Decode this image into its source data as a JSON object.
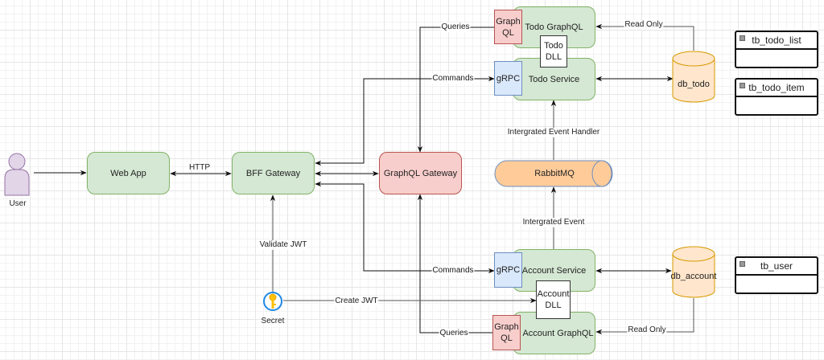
{
  "actors": {
    "user": {
      "label": "User"
    },
    "secret": {
      "label": "Secret"
    }
  },
  "nodes": {
    "web_app": "Web App",
    "bff_gateway": "BFF Gateway",
    "graphql_gateway": "GraphQL Gateway",
    "todo_graphql": "Todo GraphQL",
    "todo_service": "Todo Service",
    "todo_dll": "Todo DLL",
    "rabbitmq": "RabbitMQ",
    "account_service": "Account Service",
    "account_graphql": "Account GraphQL",
    "account_dll": "Account DLL",
    "todo_graphql_badge": "Graph QL",
    "todo_grpc_badge": "gRPC",
    "account_grpc_badge": "gRPC",
    "account_graphql_badge": "Graph QL",
    "db_todo": "db_todo",
    "db_account": "db_account"
  },
  "tables": [
    {
      "name": "tb_todo_list"
    },
    {
      "name": "tb_todo_item"
    },
    {
      "name": "tb_user"
    }
  ],
  "edge_labels": {
    "http": "HTTP",
    "queries_top": "Queries",
    "commands_top": "Commands",
    "read_only_top": "Read Only",
    "event_handler": "Intergrated Event Handler",
    "event": "Intergrated Event",
    "validate_jwt": "Validate JWT",
    "create_jwt": "Create JWT",
    "commands_bottom": "Commands",
    "queries_bottom": "Queries",
    "read_only_bottom": "Read Only"
  },
  "colors": {
    "green_fill": "#d5e8d4",
    "green_stroke": "#82b366",
    "red_fill": "#f8cecc",
    "red_stroke": "#b85450",
    "blue_fill": "#dae8fc",
    "blue_stroke": "#6c8ebf",
    "orange_fill": "#ffe6cc",
    "orange_stroke": "#d79b00",
    "mq_fill": "#ffcc99",
    "mq_stroke": "#6c8ebf",
    "user_fill": "#e1d5e7",
    "user_stroke": "#9673a6"
  }
}
